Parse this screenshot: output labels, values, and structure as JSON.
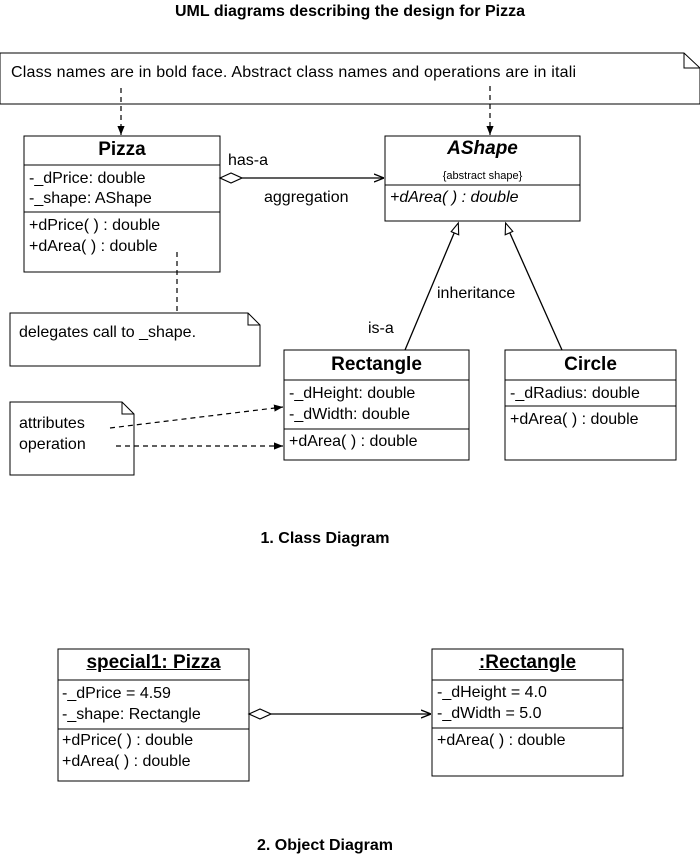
{
  "title": "UML diagrams describing the design for Pizza",
  "top_note": "Class names are in bold face.  Abstract class names and operations are in itali",
  "class_diagram": {
    "caption": "1. Class Diagram",
    "pizza": {
      "name": "Pizza",
      "attributes": [
        "-_dPrice: double",
        "-_shape: AShape"
      ],
      "operations": [
        "+dPrice( ) : double",
        "+dArea( ) : double"
      ]
    },
    "ashape": {
      "name": "AShape",
      "stereotype": "{abstract shape}",
      "operations": [
        "+dArea( ) : double"
      ]
    },
    "rectangle": {
      "name": "Rectangle",
      "attributes": [
        "-_dHeight: double",
        "-_dWidth: double"
      ],
      "operations": [
        "+dArea( ) : double"
      ]
    },
    "circle": {
      "name": "Circle",
      "attributes": [
        "-_dRadius: double"
      ],
      "operations": [
        "+dArea( ) : double"
      ]
    },
    "labels": {
      "has_a": "has-a",
      "aggregation": "aggregation",
      "inheritance": "inheritance",
      "is_a": "is-a"
    },
    "delegate_note": "delegates call to _shape.",
    "legend_note": [
      "attributes",
      "operation"
    ]
  },
  "object_diagram": {
    "caption": "2. Object Diagram",
    "special1": {
      "name": "special1: Pizza",
      "attributes": [
        "-_dPrice = 4.59",
        "-_shape: Rectangle"
      ],
      "operations": [
        "+dPrice( ) : double",
        "+dArea( ) : double"
      ]
    },
    "rect_obj": {
      "name": ":Rectangle",
      "attributes": [
        "-_dHeight = 4.0",
        "-_dWidth = 5.0"
      ],
      "operations": [
        "+dArea( ) : double"
      ]
    }
  }
}
